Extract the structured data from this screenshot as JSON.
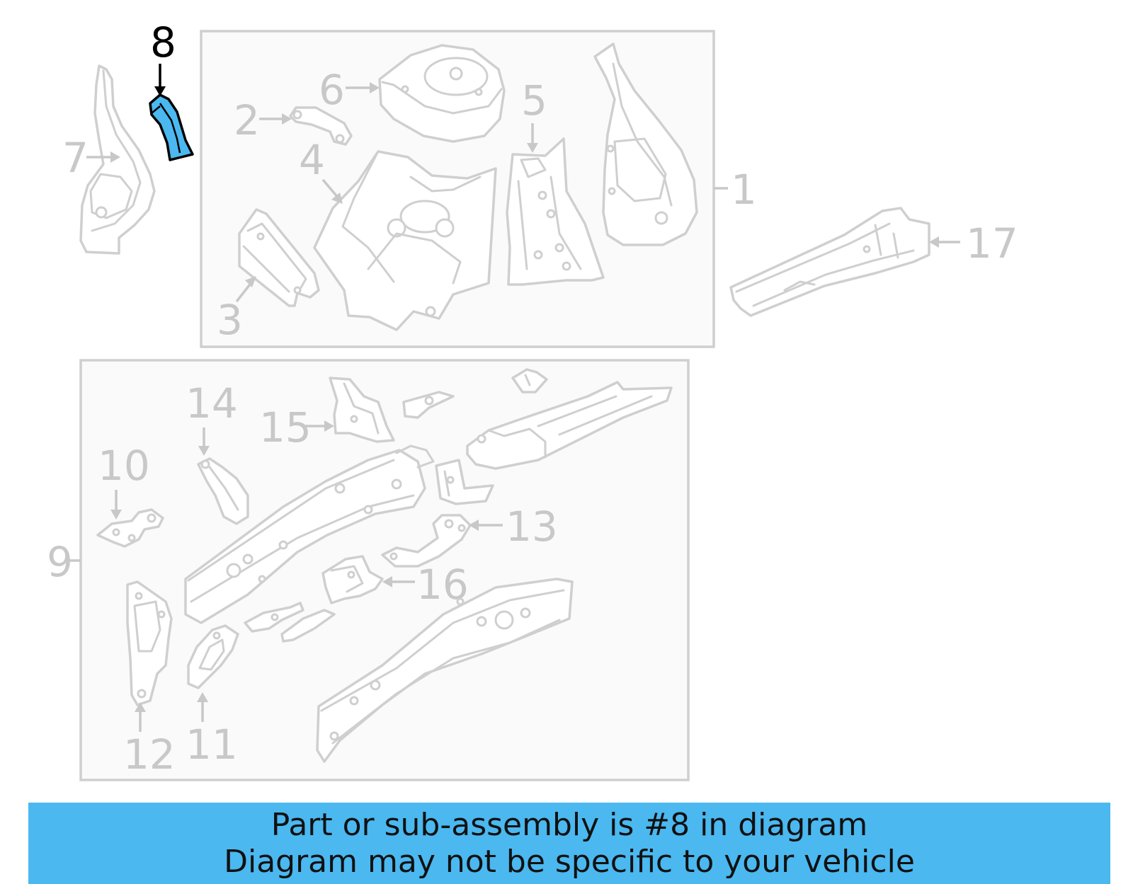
{
  "callouts": {
    "c1": "1",
    "c2": "2",
    "c3": "3",
    "c4": "4",
    "c5": "5",
    "c6": "6",
    "c7": "7",
    "c8": "8",
    "c9": "9",
    "c10": "10",
    "c11": "11",
    "c12": "12",
    "c13": "13",
    "c14": "14",
    "c15": "15",
    "c16": "16",
    "c17": "17"
  },
  "highlighted_part": "8",
  "colors": {
    "highlight": "#4bb8f0",
    "banner": "#4bb8f0",
    "part_outline": "#cfcfcf",
    "label_gray": "#c8c8c8"
  },
  "banner": {
    "line1": "Part or sub-assembly is #8 in diagram",
    "line2": "Diagram may not be specific to your vehicle"
  }
}
